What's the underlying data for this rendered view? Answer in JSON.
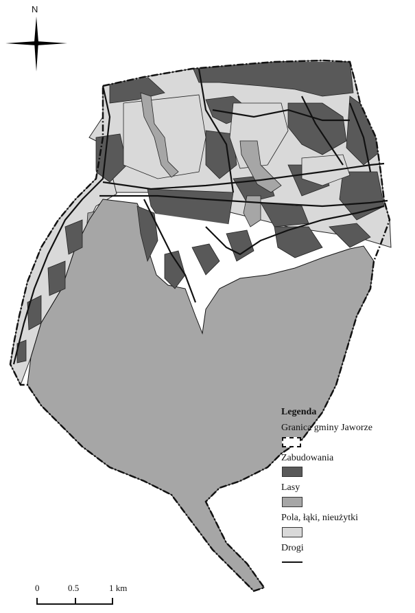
{
  "north_label": "N",
  "legend": {
    "title": "Legenda",
    "items": [
      {
        "label": "Granica gminy Jaworze",
        "kind": "boundary"
      },
      {
        "label": "Zabudowania",
        "kind": "fill",
        "color": "#595959"
      },
      {
        "label": "Lasy",
        "kind": "fill",
        "color": "#a6a6a6"
      },
      {
        "label": "Pola, łąki, nieużytki",
        "kind": "fill",
        "color": "#d9d9d9"
      },
      {
        "label": "Drogi",
        "kind": "road"
      }
    ]
  },
  "scale": {
    "ticks": [
      "0",
      "0.5",
      "1 km"
    ]
  },
  "colors": {
    "zabudowania": "#595959",
    "lasy": "#a6a6a6",
    "pola": "#d9d9d9",
    "boundary": "#111111"
  }
}
